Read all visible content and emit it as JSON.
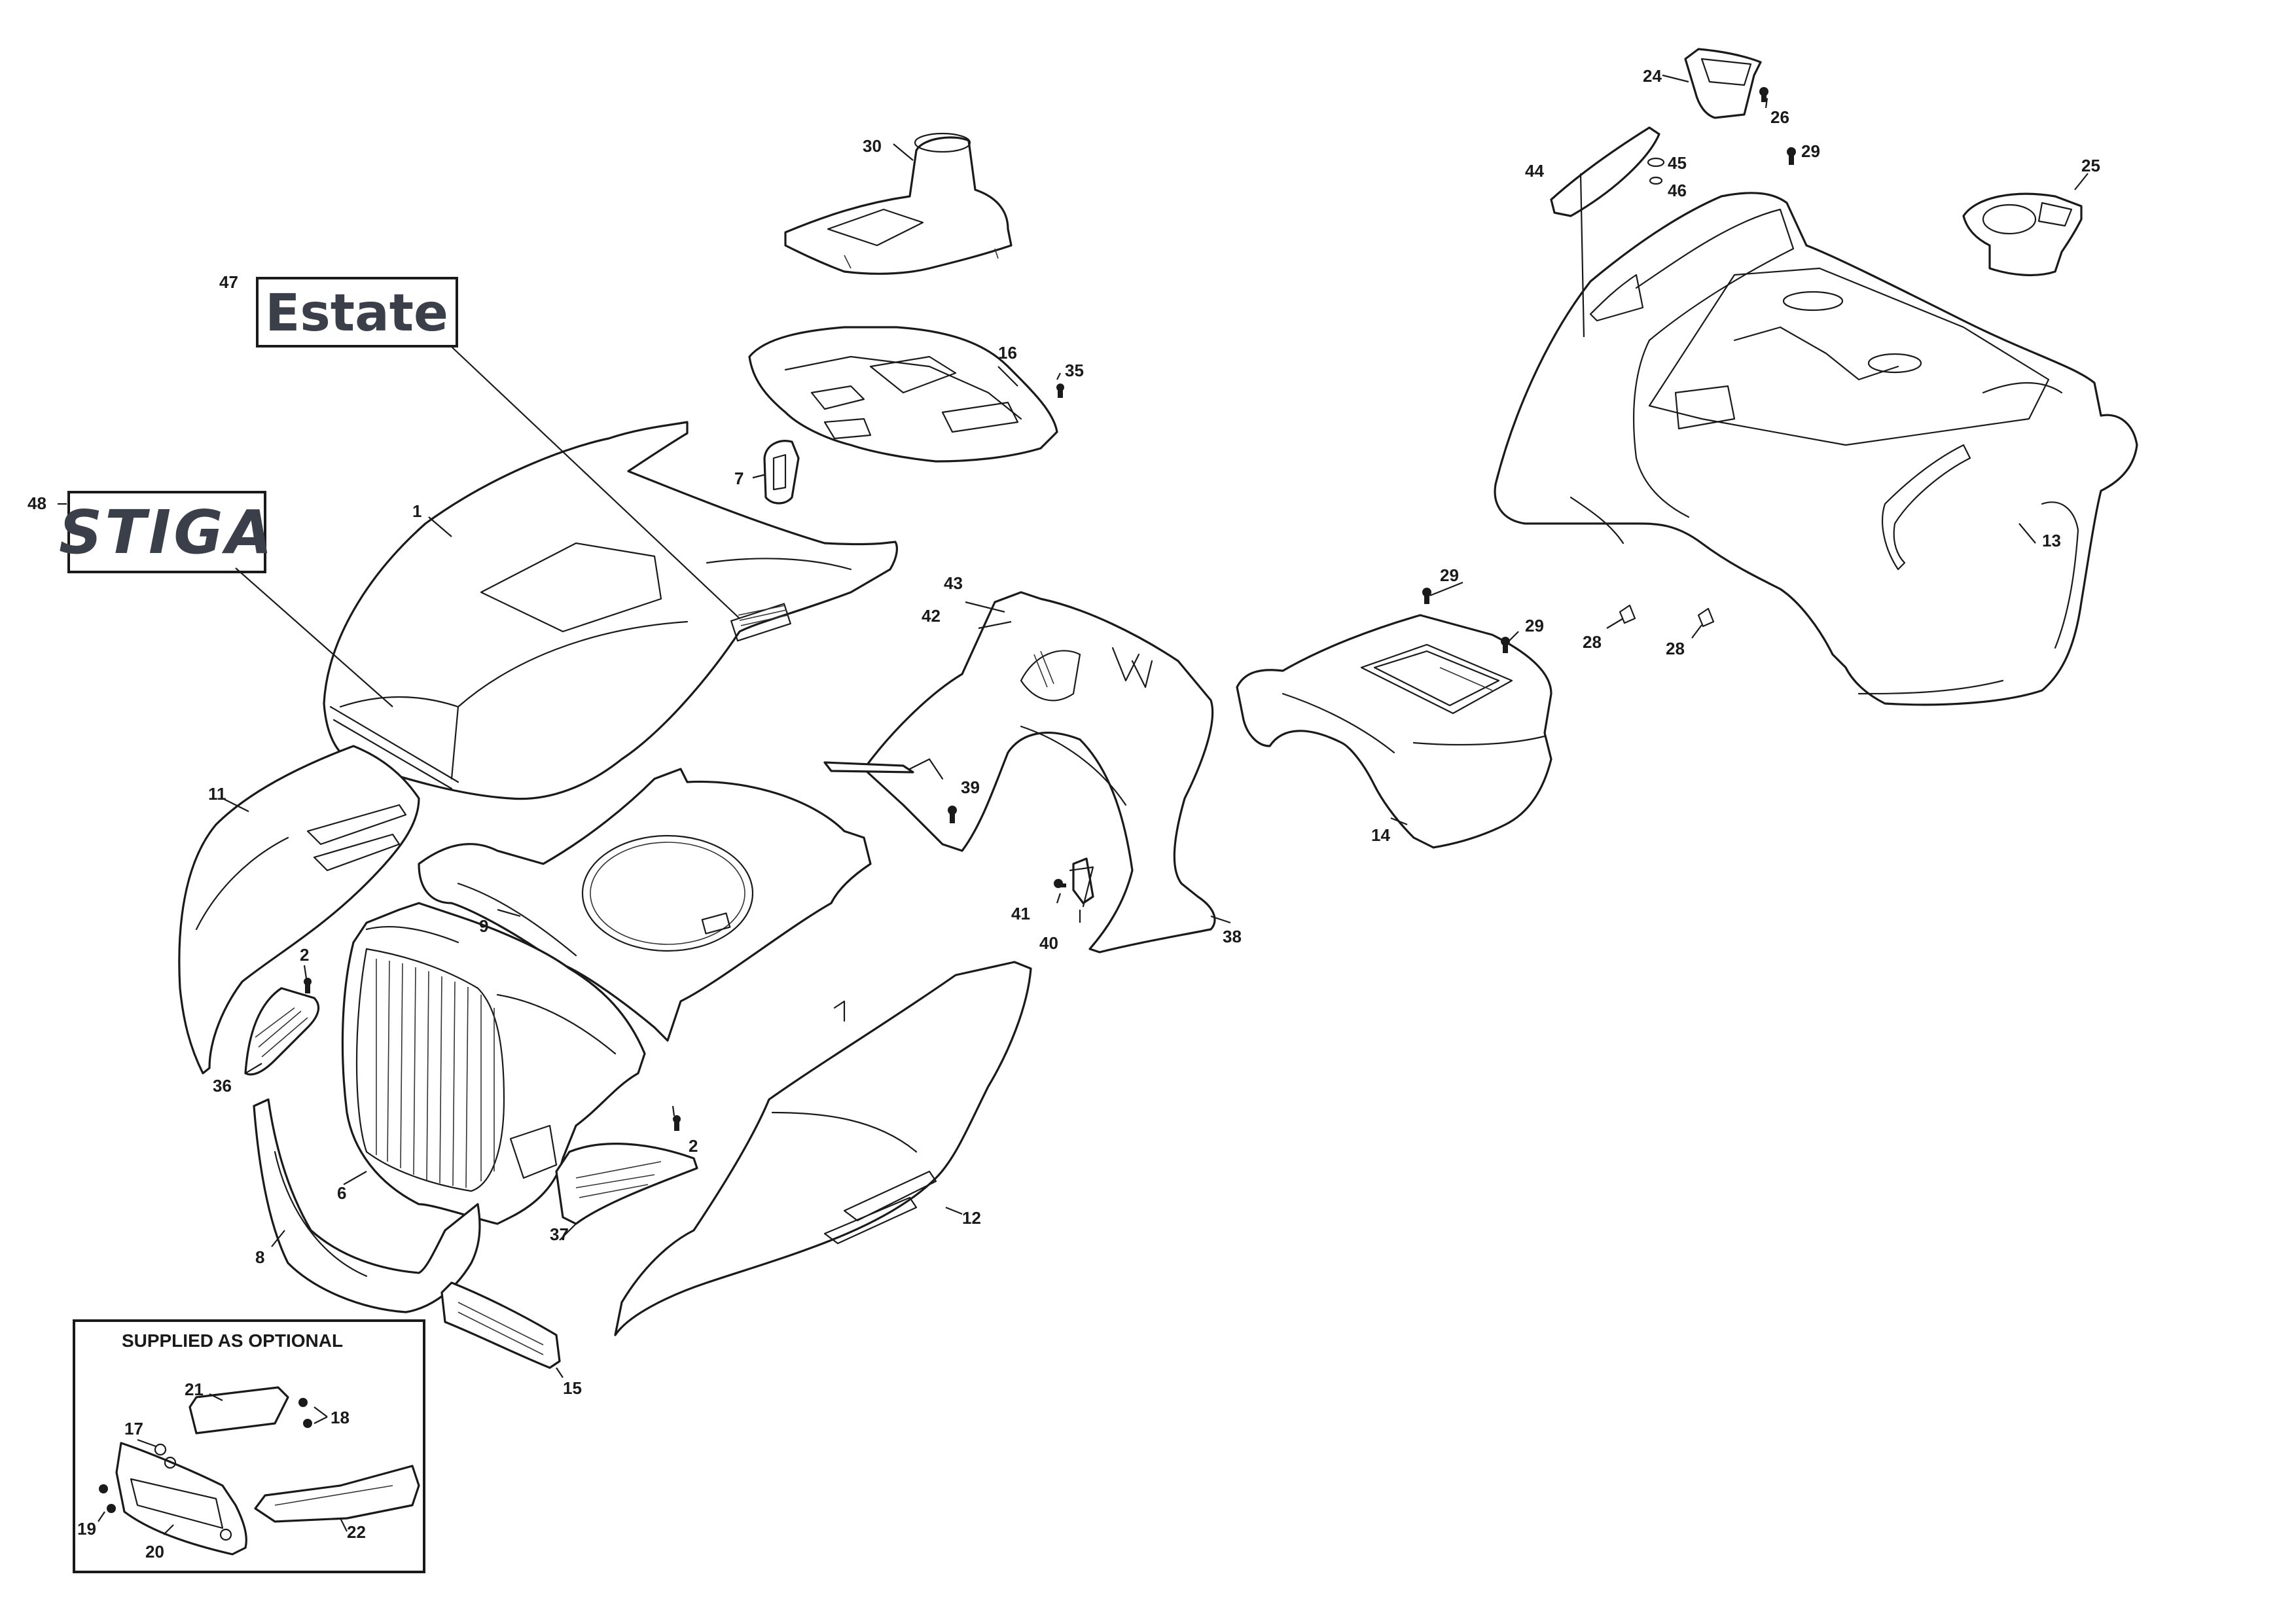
{
  "badges": {
    "estate": "Estate",
    "logo": "STIGA"
  },
  "optional_box": {
    "title": "SUPPLIED AS OPTIONAL"
  },
  "callouts": [
    "1",
    "2",
    "2",
    "6",
    "7",
    "8",
    "9",
    "11",
    "12",
    "13",
    "14",
    "15",
    "16",
    "17",
    "18",
    "19",
    "20",
    "21",
    "22",
    "24",
    "25",
    "26",
    "28",
    "28",
    "29",
    "29",
    "29",
    "30",
    "35",
    "36",
    "37",
    "38",
    "39",
    "40",
    "41",
    "42",
    "43",
    "44",
    "45",
    "46",
    "47",
    "48"
  ],
  "colors": {
    "line": "#1a1a1a",
    "badge_text": "#3a3f4a"
  }
}
